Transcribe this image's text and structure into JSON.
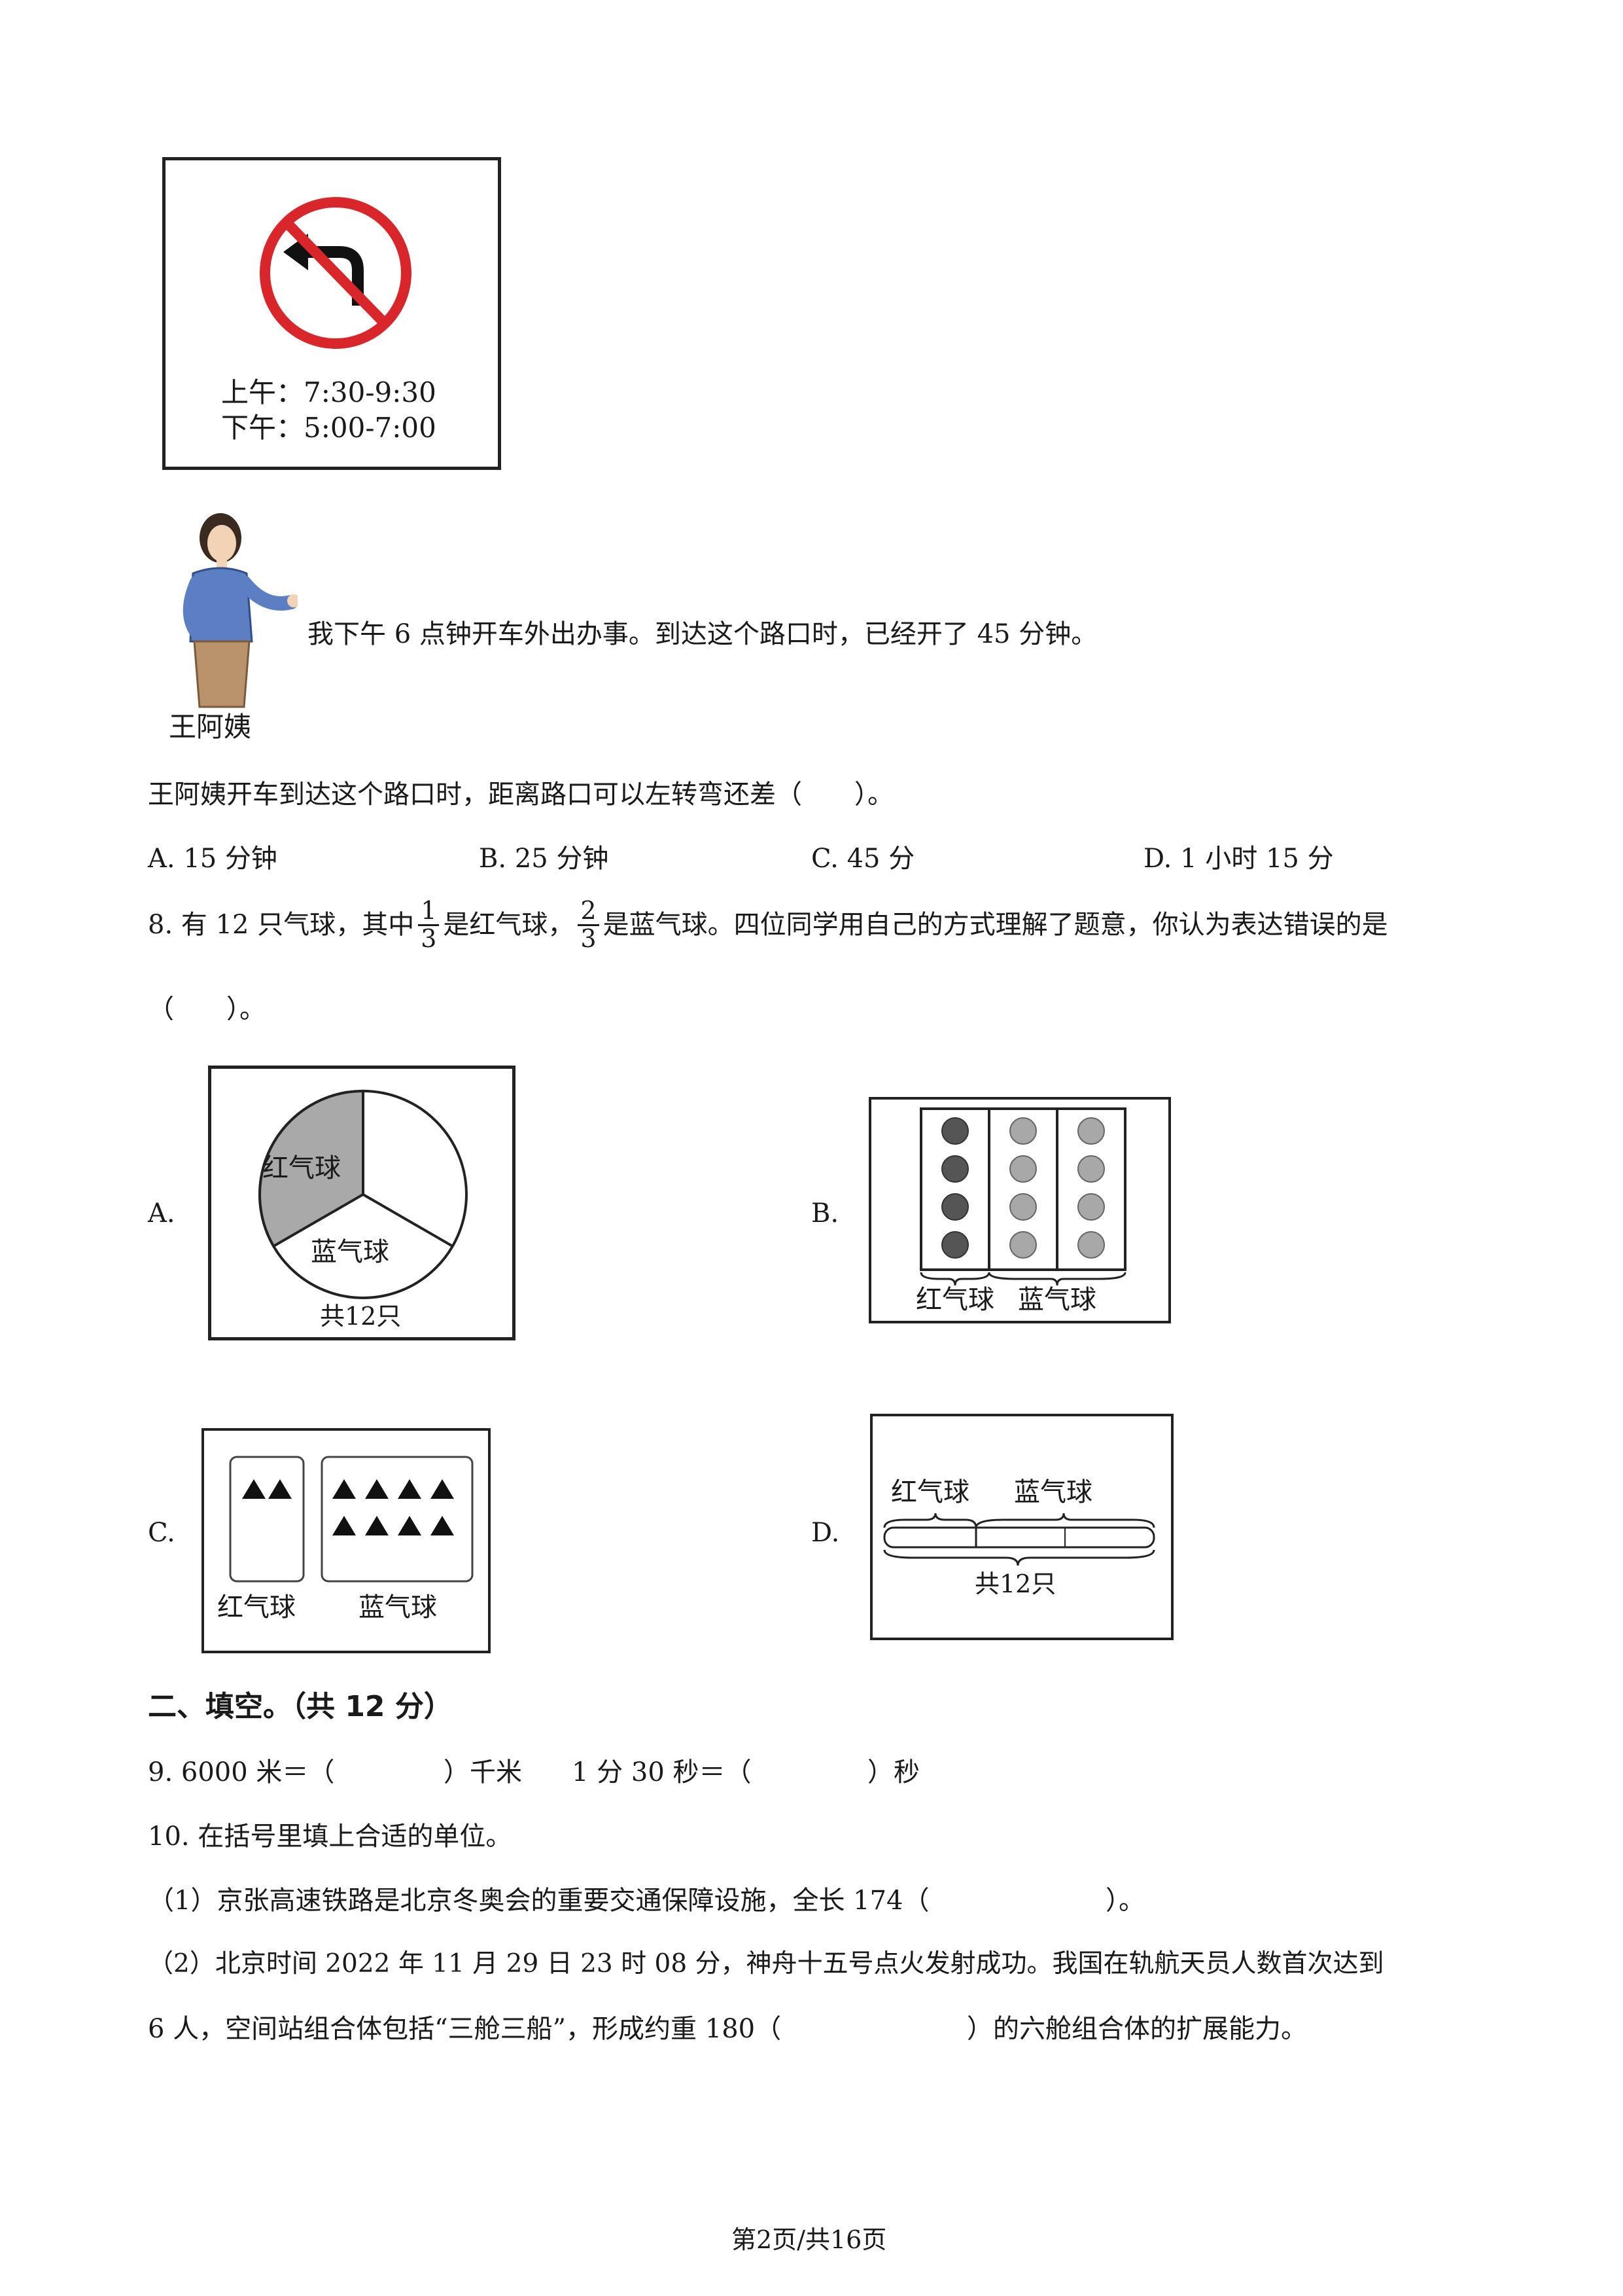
{
  "sign": {
    "line1": "上午：7:30-9:30",
    "line2": "下午：5:00-7:00"
  },
  "speaker": {
    "name": "王阿姨",
    "speech": "我下午 6 点钟开车外出办事。到达这个路口时，已经开了 45 分钟。"
  },
  "q7": {
    "question": "王阿姨开车到达这个路口时，距离路口可以左转弯还差（　　）。",
    "options": {
      "a": "A. 15 分钟",
      "b": "B. 25 分钟",
      "c": "C. 45 分",
      "d": "D. 1 小时 15 分"
    }
  },
  "q8": {
    "part1": "8.  有 12 只气球，其中",
    "frac1_num": "1",
    "frac1_den": "3",
    "part2": "是红气球，",
    "frac2_num": "2",
    "frac2_den": "3",
    "part3": "是蓝气球。四位同学用自己的方式理解了题意，你认为表达错误的是",
    "blank": "（　　）。",
    "option_a": "A.",
    "option_b": "B.",
    "option_c": "C.",
    "option_d": "D.",
    "fig_a": {
      "red": "红气球",
      "blue": "蓝气球",
      "total": "共12只"
    },
    "fig_b": {
      "red": "红气球",
      "blue": "蓝气球"
    },
    "fig_c": {
      "red": "红气球",
      "blue": "蓝气球"
    },
    "fig_d": {
      "red": "红气球",
      "blue": "蓝气球",
      "total": "共12只"
    }
  },
  "section2": {
    "title": "二、填空。（共 12 分）"
  },
  "q9": {
    "part1": "9. 6000 米＝（",
    "part2": "）千米",
    "part3": "1 分 30 秒＝（",
    "part4": "）秒"
  },
  "q10": {
    "title": "10.  在括号里填上合适的单位。",
    "sub1_a": "（1）京张高速铁路是北京冬奥会的重要交通保障设施，全长 174（",
    "sub1_b": "）。",
    "sub2_line1": "（2）北京时间 2022 年 11 月 29 日 23 时 08 分，神舟十五号点火发射成功。我国在轨航天员人数首次达到",
    "sub2_line2a": "6 人，空间站组合体包括“三舱三船”，形成约重 180（",
    "sub2_line2b": "）的六舱组合体的扩展能力。"
  },
  "footer": {
    "page": "第2页/共16页"
  },
  "colors": {
    "sign_red": "#d8262b",
    "red_balloon": "#555555",
    "blue_balloon": "#a8a8a8",
    "pie_red_sector": "#a9a9a9"
  },
  "icons": [
    "no-left-turn-sign-icon",
    "woman-illustration"
  ]
}
